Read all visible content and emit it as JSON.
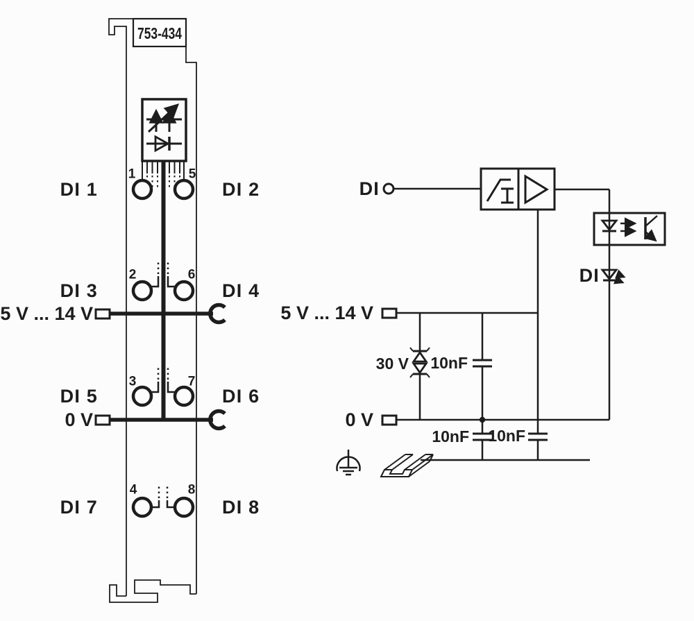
{
  "colors": {
    "ink": "#1d1d1d",
    "background": "#fcfcfc"
  },
  "module": {
    "part_number": "753-434",
    "supply_label": "5 V ... 14 V",
    "zero_volt_label": "0 V",
    "channels": [
      {
        "left_label": "DI 1",
        "left_contact": "1",
        "right_label": "DI 2",
        "right_contact": "5"
      },
      {
        "left_label": "DI 3",
        "left_contact": "2",
        "right_label": "DI 4",
        "right_contact": "6"
      },
      {
        "left_label": "DI 5",
        "left_contact": "3",
        "right_label": "DI 6",
        "right_contact": "7"
      },
      {
        "left_label": "DI 7",
        "left_contact": "4",
        "right_label": "DI 8",
        "right_contact": "8"
      }
    ]
  },
  "schematic": {
    "input_label": "DI",
    "supply_label": "5 V ... 14 V",
    "zero_volt_label": "0 V",
    "suppressor_voltage": "30 V",
    "capacitor_top": "10nF",
    "capacitor_bottom_left": "10nF",
    "capacitor_bottom_right": "10nF",
    "led_label": "DI"
  },
  "icons": {
    "module_status_block": "led-indicator-and-diode",
    "threshold": "threshold-comparator",
    "amplifier": "amplifier-triangle",
    "optocoupler": "optocoupler",
    "status_led": "led",
    "suppressor": "bidirectional-zener",
    "capacitor": "capacitor",
    "earth": "functional-earth",
    "din_rail": "din-rail",
    "spring_contact": "crescent-contact",
    "terminal": "square-terminal"
  }
}
